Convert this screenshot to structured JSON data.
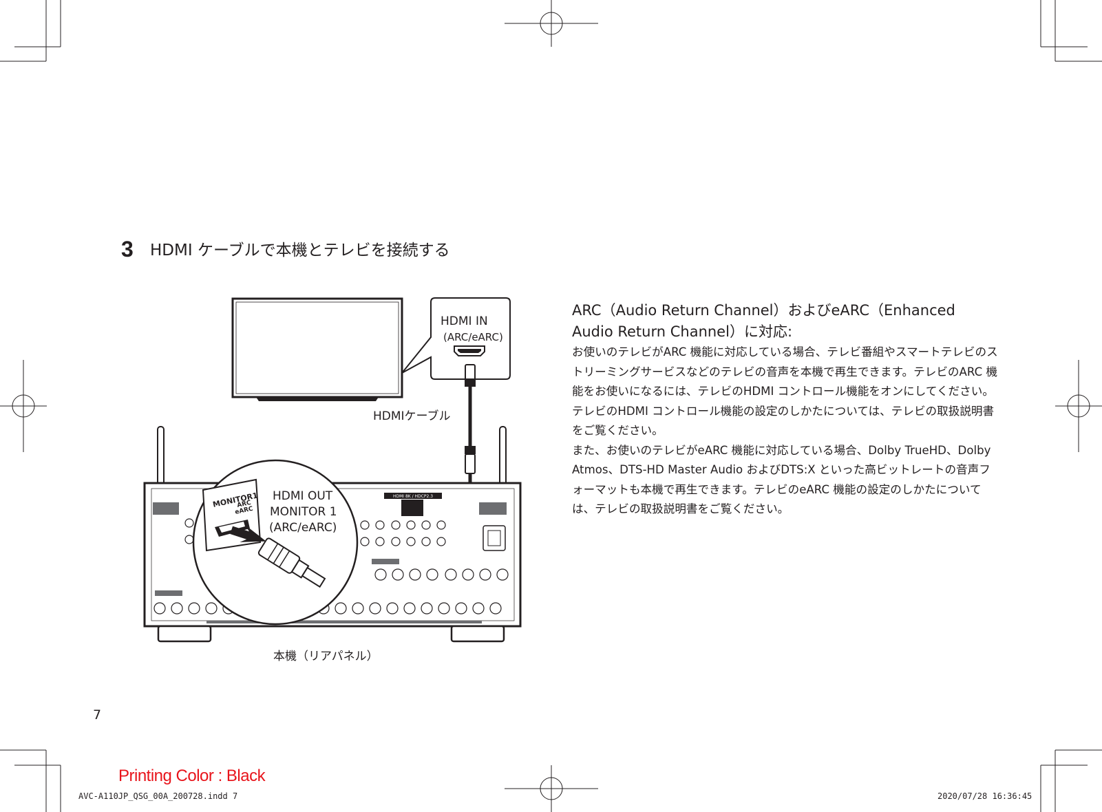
{
  "step": {
    "number": "3",
    "title": "HDMI ケーブルで本機とテレビを接続する"
  },
  "diagram": {
    "tv_hdmi_in_label_1": "HDMI IN",
    "tv_hdmi_in_label_2": "(ARC/eARC)",
    "cable_label": "HDMIケーブル",
    "out_label_1": "HDMI OUT",
    "out_label_2": "MONITOR 1",
    "out_label_3": "(ARC/eARC)",
    "port_label_1": "MONITOR1",
    "port_label_2": "ARC",
    "port_label_3": "eARC",
    "panel_header_text": "HDMI 8K / HDCP2.3",
    "panel_caption": "本機（リアパネル）"
  },
  "arc_section": {
    "heading": "ARC（Audio Return Channel）およびeARC（Enhanced Audio Return Channel）に対応:",
    "paragraph_1": "お使いのテレビがARC 機能に対応している場合、テレビ番組やスマートテレビのストリーミングサービスなどのテレビの音声を本機で再生できます。テレビのARC 機能をお使いになるには、テレビのHDMI コントロール機能をオンにしてください。テレビのHDMI コントロール機能の設定のしかたについては、テレビの取扱説明書をご覧ください。",
    "paragraph_2": "また、お使いのテレビがeARC 機能に対応している場合、Dolby TrueHD、Dolby Atmos、DTS-HD Master Audio およびDTS:X といった高ビットレートの音声フォーマットも本機で再生できます。テレビのeARC 機能の設定のしかたについては、テレビの取扱説明書をご覧ください。"
  },
  "page_number": "7",
  "printing_color": "Printing Color : Black",
  "slug": {
    "file": "AVC-A110JP_QSG_00A_200728.indd   7",
    "datetime": "2020/07/28   16:36:45"
  }
}
